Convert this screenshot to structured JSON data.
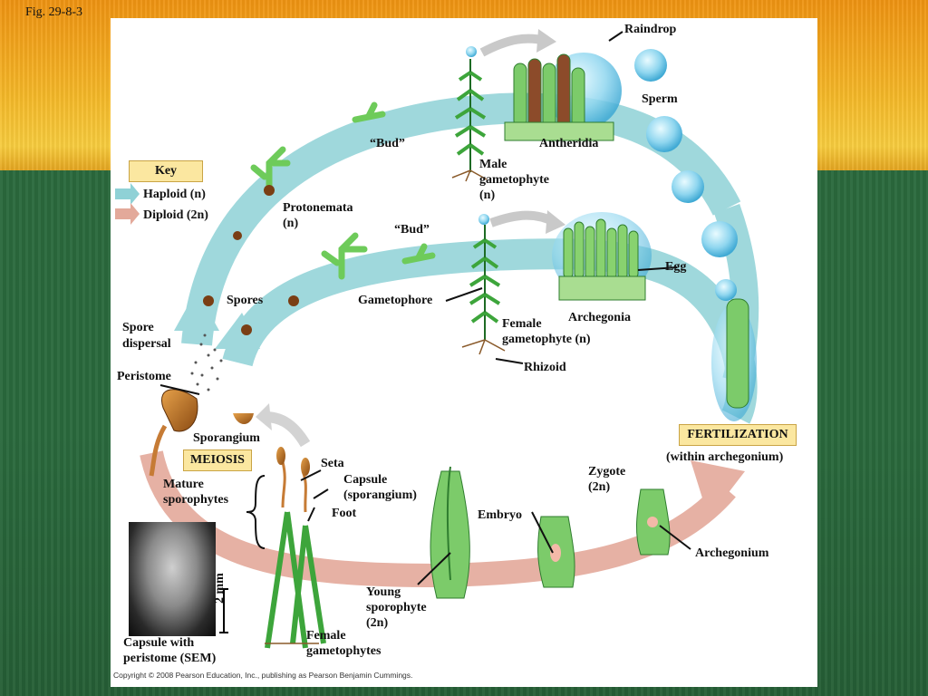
{
  "figure_label": "Fig. 29-8-3",
  "copyright": "Copyright © 2008 Pearson Education, Inc., publishing as Pearson Benjamin Cummings.",
  "key": {
    "title": "Key",
    "haploid_label": "Haploid (n)",
    "diploid_label": "Diploid (2n)",
    "haploid_color": "#8fd1d6",
    "diploid_color": "#e3a99a"
  },
  "labels": {
    "raindrop": "Raindrop",
    "sperm": "Sperm",
    "antheridia": "Antheridia",
    "bud_top": "“Bud”",
    "male_gametophyte": [
      "Male",
      "gametophyte",
      "(n)"
    ],
    "protonemata": [
      "Protonemata",
      "(n)"
    ],
    "bud_bottom": "“Bud”",
    "egg": "Egg",
    "spores": "Spores",
    "gametophore": "Gametophore",
    "archegonia": "Archegonia",
    "spore_dispersal": [
      "Spore",
      "dispersal"
    ],
    "female_gametophyte": [
      "Female",
      "gametophyte (n)"
    ],
    "rhizoid": "Rhizoid",
    "peristome": "Peristome",
    "sporangium": "Sporangium",
    "meiosis": "MEIOSIS",
    "fertilization": "FERTILIZATION",
    "within_archegonium": "(within archegonium)",
    "seta": "Seta",
    "capsule": [
      "Capsule",
      "(sporangium)"
    ],
    "foot": "Foot",
    "mature_sporophytes": [
      "Mature",
      "sporophytes"
    ],
    "zygote": [
      "Zygote",
      "(2n)"
    ],
    "embryo": "Embryo",
    "archegonium": "Archegonium",
    "young_sporophyte": [
      "Young",
      "sporophyte",
      "(2n)"
    ],
    "female_gametophytes": [
      "Female",
      "gametophytes"
    ],
    "scale_bar": "2 mm",
    "capsule_sem": [
      "Capsule with",
      "peristome (SEM)"
    ]
  }
}
